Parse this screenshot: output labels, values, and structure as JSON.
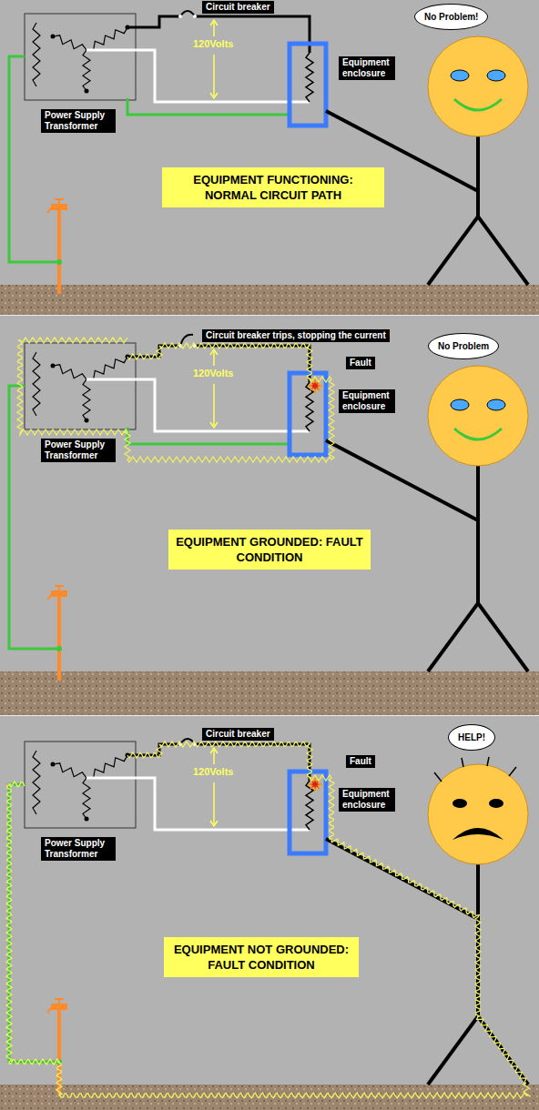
{
  "diagram": {
    "nodes": [
      {
        "text": [
          "Circuit breaker"
        ]
      },
      {
        "text": [
          "Equipment enclosure"
        ]
      },
      {
        "text": [
          "No Problem!"
        ]
      },
      {
        "text": [
          "Power Supply Transformer"
        ]
      },
      {
        "text": [
          "EQUIPMENT FUNCTIONING: NORMAL CIRCUIT PATH"
        ]
      },
      {
        "text": [
          "Circuit breaker trips, stopping the current"
        ]
      },
      {
        "text": [
          "Fault"
        ]
      },
      {
        "text": [
          "Equipment enclosure"
        ]
      },
      {
        "text": [
          "No Problem"
        ]
      },
      {
        "text": [
          "Power Supply Transformer"
        ]
      },
      {
        "text": [
          "EQUIPMENT GROUNDED: FAULT CONDITION"
        ]
      },
      {
        "text": [
          "Circuit breaker"
        ]
      },
      {
        "text": [
          "Fault"
        ]
      },
      {
        "text": [
          "Equipment enclosure"
        ]
      },
      {
        "text": [
          "HELP!"
        ]
      },
      {
        "text": [
          "Power Supply Transformer"
        ]
      },
      {
        "text": [
          "EQUIPMENT NOT GROUNDED: FAULT CONDITION"
        ]
      }
    ],
    "labels": [
      "120Volts",
      "120Volts",
      "120Volts"
    ]
  }
}
